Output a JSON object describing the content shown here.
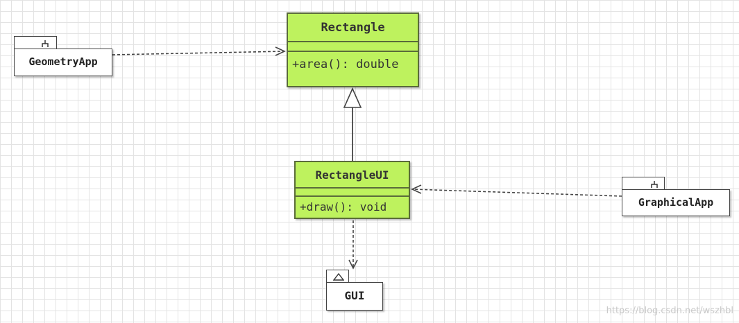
{
  "diagram": {
    "classes": [
      {
        "id": "rectangle",
        "name": "Rectangle",
        "operations": [
          "+area(): double"
        ]
      },
      {
        "id": "rectangle_ui",
        "name": "RectangleUI",
        "operations": [
          "+draw(): void"
        ]
      }
    ],
    "packages": [
      {
        "id": "geometry_app",
        "name": "GeometryApp"
      },
      {
        "id": "graphical_app",
        "name": "GraphicalApp"
      },
      {
        "id": "gui",
        "name": "GUI"
      }
    ],
    "relations": [
      {
        "from": "GeometryApp",
        "to": "Rectangle",
        "kind": "dependency"
      },
      {
        "from": "RectangleUI",
        "to": "Rectangle",
        "kind": "generalization"
      },
      {
        "from": "GraphicalApp",
        "to": "RectangleUI",
        "kind": "dependency"
      },
      {
        "from": "RectangleUI",
        "to": "GUI",
        "kind": "dependency"
      }
    ],
    "colors": {
      "class_fill": "#bef25e",
      "class_border": "#5a6b3a",
      "package_fill": "#ffffff",
      "line": "#444444"
    }
  },
  "watermark": "https://blog.csdn.net/wszhbl"
}
